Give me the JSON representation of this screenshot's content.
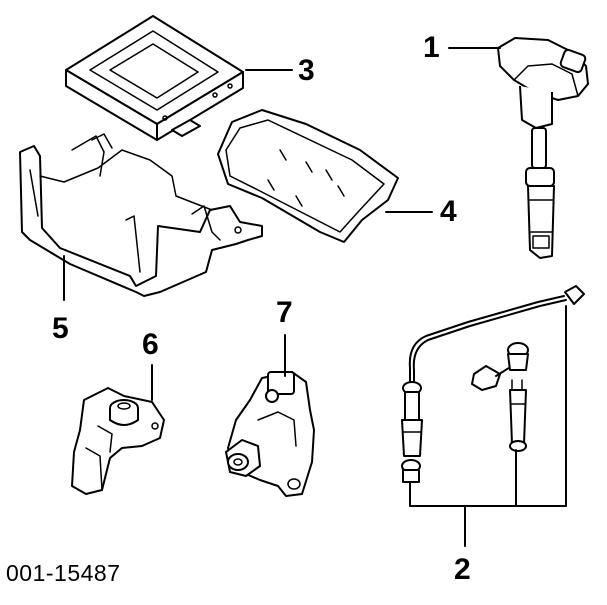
{
  "diagram": {
    "callouts": [
      {
        "id": "1"
      },
      {
        "id": "2"
      },
      {
        "id": "3"
      },
      {
        "id": "4"
      },
      {
        "id": "5"
      },
      {
        "id": "6"
      },
      {
        "id": "7"
      }
    ],
    "document_number": "001-15487"
  }
}
